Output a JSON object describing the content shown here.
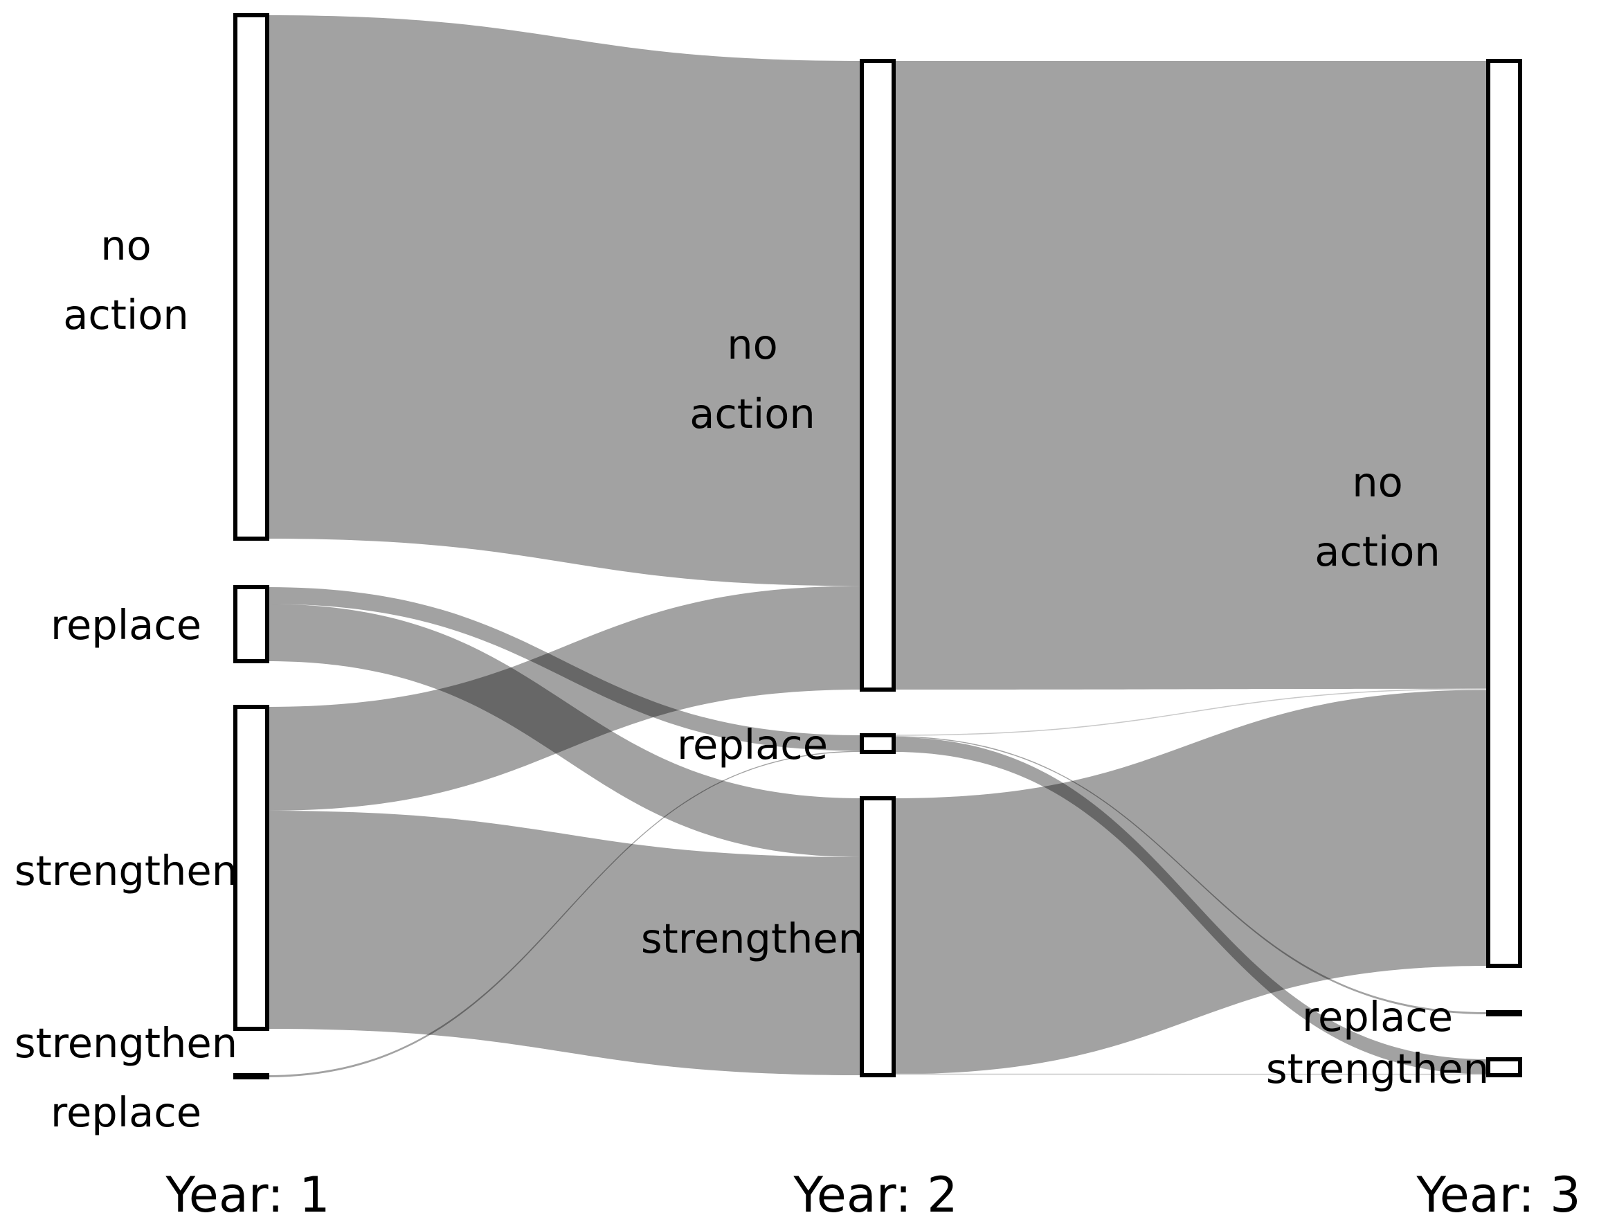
{
  "diagram": {
    "type": "sankey",
    "colors": {
      "flow": "#a2a2a2",
      "node_fill": "#ffffff",
      "node_stroke": "#000000",
      "text": "#000000"
    },
    "stages": [
      {
        "id": "y1",
        "label": "Year: 1"
      },
      {
        "id": "y2",
        "label": "Year: 2"
      },
      {
        "id": "y3",
        "label": "Year: 3"
      }
    ],
    "nodes": [
      {
        "id": "y1_no",
        "stage": "y1",
        "label_lines": [
          "no",
          "action"
        ]
      },
      {
        "id": "y1_rep",
        "stage": "y1",
        "label_lines": [
          "replace"
        ]
      },
      {
        "id": "y1_str",
        "stage": "y1",
        "label_lines": [
          "strengthen"
        ]
      },
      {
        "id": "y1_str2",
        "stage": "y1",
        "label_lines": [
          "strengthen",
          "replace"
        ]
      },
      {
        "id": "y2_no",
        "stage": "y2",
        "label_lines": [
          "no",
          "action"
        ]
      },
      {
        "id": "y2_rep",
        "stage": "y2",
        "label_lines": [
          "replace"
        ]
      },
      {
        "id": "y2_str",
        "stage": "y2",
        "label_lines": [
          "strengthen"
        ]
      },
      {
        "id": "y3_no",
        "stage": "y3",
        "label_lines": [
          "no",
          "action"
        ]
      },
      {
        "id": "y3_rep",
        "stage": "y3",
        "label_lines": [
          "replace"
        ]
      },
      {
        "id": "y3_str",
        "stage": "y3",
        "label_lines": [
          "strengthen"
        ]
      }
    ],
    "links": [
      {
        "source": "y1_no",
        "target": "y2_no",
        "value": 76
      },
      {
        "source": "y1_rep",
        "target": "y2_rep",
        "value": 2.5
      },
      {
        "source": "y1_rep",
        "target": "y2_str",
        "value": 8.5
      },
      {
        "source": "y1_str",
        "target": "y2_no",
        "value": 15
      },
      {
        "source": "y1_str",
        "target": "y2_str",
        "value": 31.5
      },
      {
        "source": "y1_str2",
        "target": "y2_rep",
        "value": 0.15
      },
      {
        "source": "y2_no",
        "target": "y3_no",
        "value": 91
      },
      {
        "source": "y2_rep",
        "target": "y3_no",
        "value": 0.15
      },
      {
        "source": "y2_rep",
        "target": "y3_rep",
        "value": 0.15
      },
      {
        "source": "y2_rep",
        "target": "y3_str",
        "value": 2.35
      },
      {
        "source": "y2_str",
        "target": "y3_no",
        "value": 40
      },
      {
        "source": "y2_str",
        "target": "y3_str",
        "value": 0.15
      }
    ]
  }
}
